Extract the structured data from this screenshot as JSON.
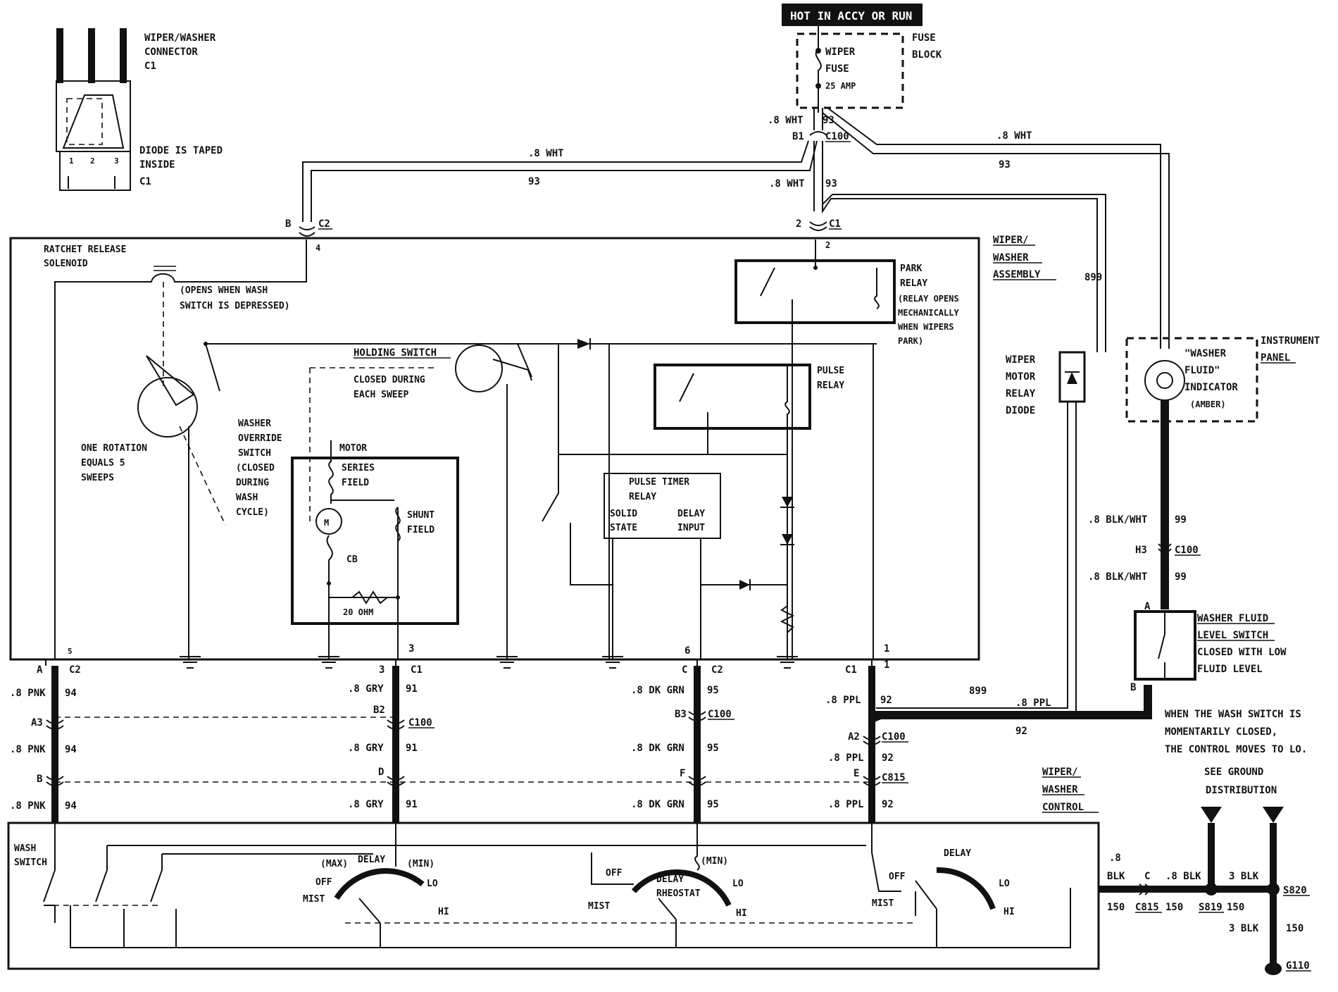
{
  "colors": {
    "ink": "#111111",
    "paper": "#ffffff",
    "banner_bg": "#111111",
    "banner_fg": "#ffffff"
  },
  "banner": {
    "hot": "HOT IN ACCY OR RUN"
  },
  "connector_c1_detail": {
    "title": [
      "WIPER/WASHER",
      "CONNECTOR",
      "C1"
    ],
    "pins": [
      "1",
      "2",
      "3"
    ],
    "diode_note": [
      "DIODE IS TAPED",
      "INSIDE"
    ],
    "c1_label": "C1"
  },
  "fuse": {
    "block_label": [
      "FUSE",
      "BLOCK"
    ],
    "name": [
      "WIPER",
      "FUSE"
    ],
    "rating": "25 AMP"
  },
  "wires_top": {
    "left_wht": ".8 WHT",
    "left_93": "93",
    "fuse_wht": ".8 WHT",
    "fuse_93": "93",
    "b1": "B1",
    "c100": "C100",
    "mid_wht": ".8 WHT",
    "mid_93": "93",
    "right_wht": ".8 WHT",
    "right_93": "93",
    "c2_b": "B",
    "c2": "C2",
    "c2_pin": "4",
    "c1_2": "2",
    "c1": "C1",
    "c1_pin": "2",
    "w899": "899"
  },
  "assembly": {
    "title": [
      "WIPER/",
      "WASHER",
      "ASSEMBLY"
    ],
    "ratchet": [
      "RATCHET RELEASE",
      "SOLENOID"
    ],
    "opens_note": [
      "(OPENS WHEN WASH",
      "SWITCH IS DEPRESSED)"
    ],
    "holding": "HOLDING SWITCH",
    "closed_during": [
      "CLOSED DURING",
      "EACH SWEEP"
    ],
    "washer_override": [
      "WASHER",
      "OVERRIDE",
      "SWITCH",
      "(CLOSED",
      "DURING",
      "WASH",
      "CYCLE)"
    ],
    "one_rotation": [
      "ONE ROTATION",
      "EQUALS 5",
      "SWEEPS"
    ],
    "motor": "MOTOR",
    "series": [
      "SERIES",
      "FIELD"
    ],
    "shunt": [
      "SHUNT",
      "FIELD"
    ],
    "cb": "CB",
    "ohm": "20 OHM",
    "park_relay": [
      "PARK",
      "RELAY",
      "(RELAY OPENS",
      "MECHANICALLY",
      "WHEN WIPERS",
      "PARK)"
    ],
    "pulse_relay": [
      "PULSE",
      "RELAY"
    ],
    "pulse_timer": [
      "PULSE TIMER",
      "RELAY",
      "SOLID",
      "STATE",
      "DELAY",
      "INPUT"
    ],
    "motor_letter": "M"
  },
  "diode_block": {
    "label": [
      "WIPER",
      "MOTOR",
      "RELAY",
      "DIODE"
    ]
  },
  "instrument": {
    "label": [
      "INSTRUMENT",
      "PANEL"
    ],
    "indicator": [
      "\"WASHER",
      "FLUID\"",
      "INDICATOR",
      "(AMBER)"
    ]
  },
  "washer_level": {
    "label": [
      "WASHER FLUID",
      "LEVEL SWITCH",
      "CLOSED WITH LOW",
      "FLUID LEVEL"
    ],
    "a": "A",
    "b": "B"
  },
  "right_wires": {
    "blk_wht_1": ".8 BLK/WHT",
    "n99_1": "99",
    "h3": "H3",
    "c100": "C100",
    "blk_wht_2": ".8 BLK/WHT",
    "n99_2": "99"
  },
  "bottom_pins": {
    "p5": "5",
    "p3": "3",
    "p6": "6",
    "p1a": "1",
    "p1b": "1",
    "a": "A",
    "c2a": "C2",
    "n3": "3",
    "c1a": "C1",
    "c": "C",
    "c2b": "C2",
    "c1": "C1"
  },
  "wires_bottom": {
    "pnk1": ".8 PNK",
    "n94_1": "94",
    "a3": "A3",
    "pnk2": ".8 PNK",
    "n94_2": "94",
    "b": "B",
    "pnk3": ".8 PNK",
    "n94_3": "94",
    "gry1": ".8 GRY",
    "n91_1": "91",
    "b2": "B2",
    "c100a": "C100",
    "gry2": ".8 GRY",
    "n91_2": "91",
    "d": "D",
    "gry3": ".8 GRY",
    "n91_3": "91",
    "grn1": ".8 DK GRN",
    "n95_1": "95",
    "b3": "B3",
    "c100b": "C100",
    "grn2": ".8 DK GRN",
    "n95_2": "95",
    "f": "F",
    "grn3": ".8 DK GRN",
    "n95_3": "95",
    "ppl1": ".8 PPL",
    "n92_1": "92",
    "a2": "A2",
    "c100c": "C100",
    "ppl2": ".8 PPL",
    "n92_2": "92",
    "e": "E",
    "c815": "C815",
    "ppl3": ".8 PPL",
    "n92_3": "92",
    "n899": "899",
    "ppl_r": ".8 PPL",
    "n92_r": "92"
  },
  "note": [
    "WHEN THE WASH SWITCH IS",
    "MOMENTARILY CLOSED,",
    "THE CONTROL MOVES TO LO."
  ],
  "control": {
    "title": [
      "WIPER/",
      "WASHER",
      "CONTROL"
    ],
    "wash": [
      "WASH",
      "SWITCH"
    ],
    "sw1": {
      "max": "(MAX)",
      "delay": "DELAY",
      "min": "(MIN)",
      "off": "OFF",
      "lo": "LO",
      "mist": "MIST",
      "hi": "HI"
    },
    "sw2": {
      "min": "(MIN)",
      "off": "OFF",
      "delay": "DELAY",
      "rheostat": "RHEOSTAT",
      "lo": "LO",
      "mist": "MIST",
      "hi": "HI"
    },
    "sw3": {
      "delay": "DELAY",
      "off": "OFF",
      "lo": "LO",
      "mist": "MIST",
      "hi": "HI"
    }
  },
  "ground": {
    "see": [
      "SEE GROUND",
      "DISTRIBUTION"
    ],
    "p8": ".8",
    "blk": "BLK",
    "n150a": "150",
    "c": "C",
    "c815": "C815",
    "n150b": "150",
    "blk8": ".8 BLK",
    "s819": "S819",
    "n150c": "150",
    "blk3a": "3 BLK",
    "s820": "S820",
    "blk3b": "3 BLK",
    "n150d": "150",
    "g110": "G110"
  }
}
